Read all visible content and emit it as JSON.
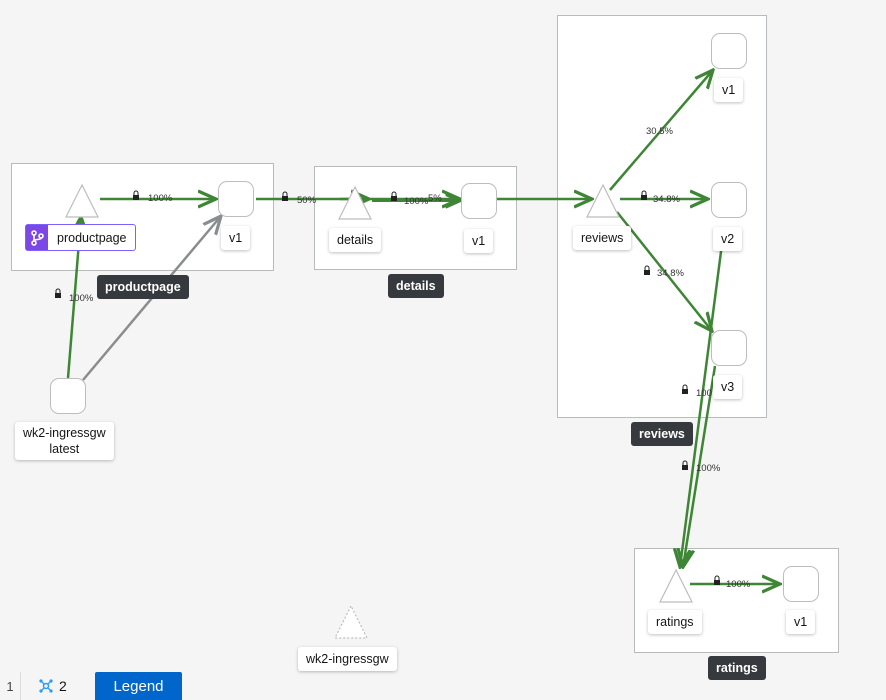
{
  "groups": {
    "productpage": "productpage",
    "details": "details",
    "reviews": "reviews",
    "ratings": "ratings"
  },
  "services": {
    "productpage": "productpage",
    "details": "details",
    "reviews": "reviews",
    "ratings": "ratings",
    "ingress_unknown": "wk2-ingressgw"
  },
  "workloads": {
    "productpage_v1": "v1",
    "details_v1": "v1",
    "reviews_v1": "v1",
    "reviews_v2": "v2",
    "reviews_v3": "v3",
    "ratings_v1": "v1",
    "ingress": [
      "wk2-ingressgw",
      "latest"
    ]
  },
  "edges": {
    "ingress_to_productpage": "100%",
    "productpage_svc_to_v1": "100%",
    "productpage_to_details": "50%",
    "details_svc_to_v1": "100%",
    "details_overlap": "5%",
    "reviews_to_v1": "30.5%",
    "reviews_to_v2": "34.8%",
    "reviews_to_v3": "34.8%",
    "v3_to_ratings": "100",
    "v2_to_ratings": "100%",
    "ratings_svc_to_v1": "100%"
  },
  "colors": {
    "edge_green": "#3e8635",
    "edge_gray": "#8a8d90",
    "legend_blue": "#0066cc",
    "badge_purple": "#7b48e6"
  },
  "footer": {
    "page": "1",
    "namespace_count": "2",
    "legend": "Legend"
  }
}
